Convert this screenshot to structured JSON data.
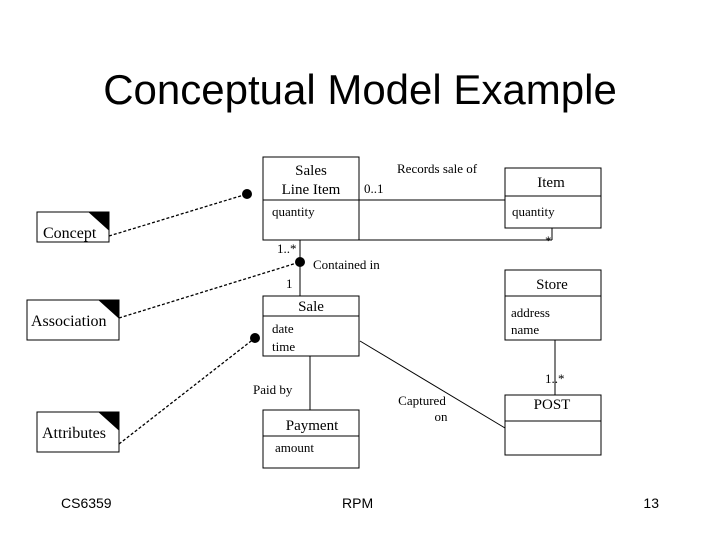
{
  "slide": {
    "title": "Conceptual Model Example",
    "footer_left": "CS6359",
    "footer_center": "RPM",
    "page_number": "13"
  },
  "legend": {
    "concept": "Concept",
    "association": "Association",
    "attributes": "Attributes"
  },
  "classes": {
    "sales_line_item": {
      "name_line1": "Sales",
      "name_line2": "Line Item",
      "attr1": "quantity"
    },
    "item": {
      "name": "Item",
      "attr1": "quantity"
    },
    "sale": {
      "name": "Sale",
      "attr1": "date",
      "attr2": "time"
    },
    "store": {
      "name": "Store",
      "attr1": "address",
      "attr2": "name"
    },
    "payment": {
      "name": "Payment",
      "attr1": "amount"
    },
    "post": {
      "name": "POST"
    }
  },
  "associations": {
    "records_sale_of": "Records sale of",
    "mult_0_1": "0..1",
    "mult_star": "*",
    "mult_1_many_sli": "1..*",
    "contained_in": "Contained in",
    "mult_1": "1",
    "paid_by": "Paid by",
    "captured_line1": "Captured",
    "captured_line2": "on",
    "mult_1_many_post": "1..*"
  }
}
